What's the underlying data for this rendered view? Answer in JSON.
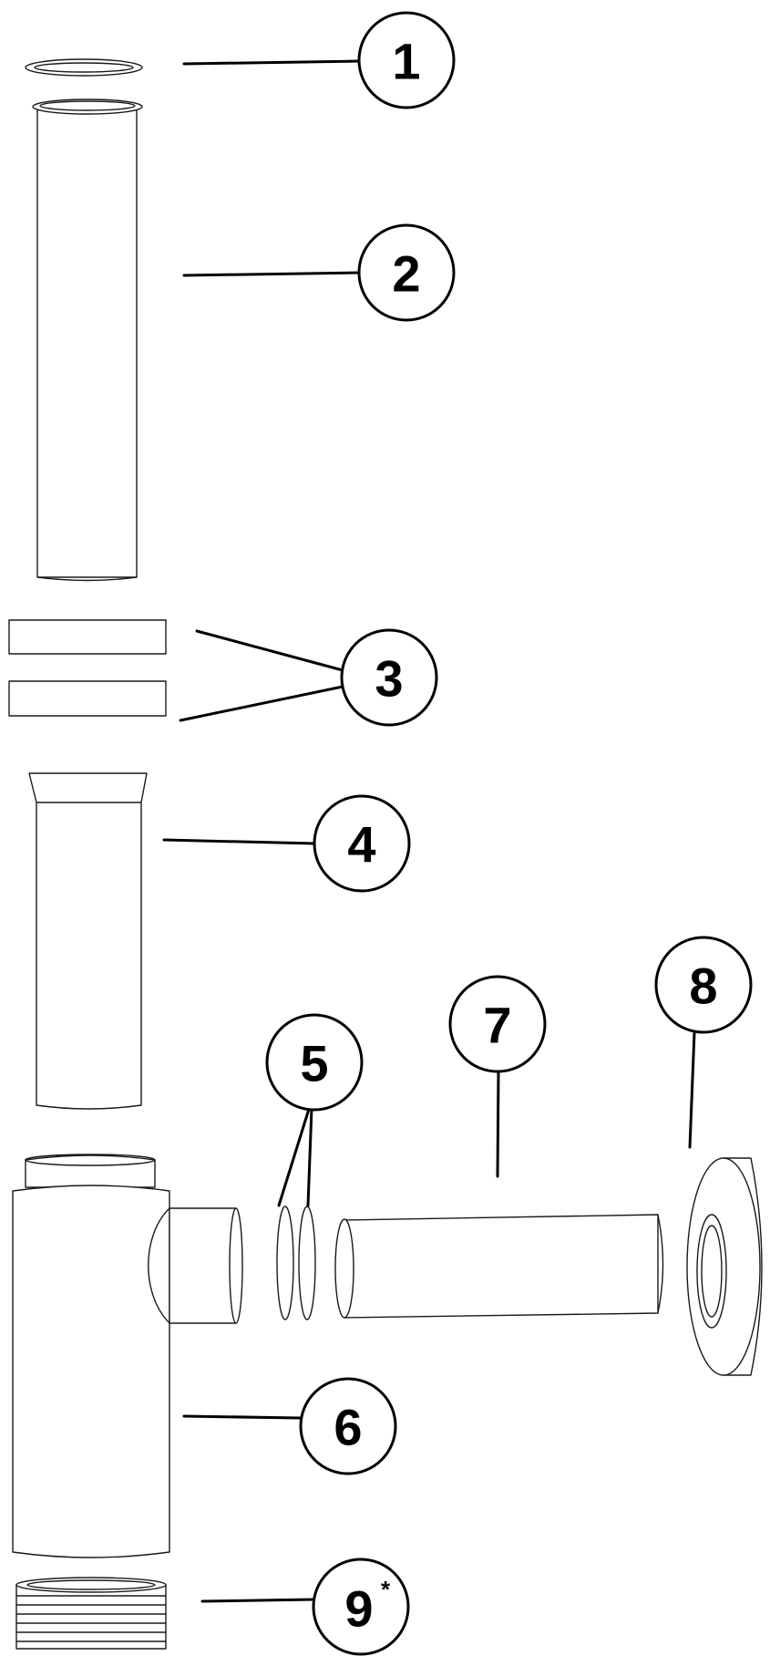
{
  "diagram": {
    "callouts": [
      {
        "id": "1",
        "label": "1"
      },
      {
        "id": "2",
        "label": "2"
      },
      {
        "id": "3",
        "label": "3"
      },
      {
        "id": "4",
        "label": "4"
      },
      {
        "id": "5",
        "label": "5"
      },
      {
        "id": "6",
        "label": "6"
      },
      {
        "id": "7",
        "label": "7"
      },
      {
        "id": "8",
        "label": "8"
      },
      {
        "id": "9",
        "label": "9",
        "superscript": "*"
      }
    ]
  }
}
